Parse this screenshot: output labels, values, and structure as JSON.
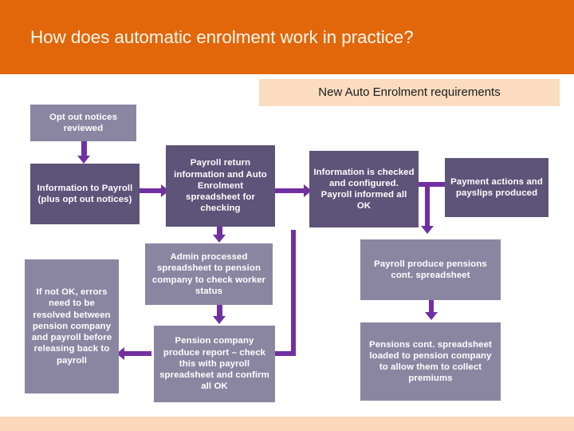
{
  "slide": {
    "title": "How does automatic enrolment work in practice?",
    "subtitle": "New Auto Enrolment requirements",
    "colors": {
      "header_orange": "#e2670a",
      "banner_peach": "#fbdcc1",
      "footer_peach": "#fbd8ba",
      "box_light": "#8a86a2",
      "box_dark": "#5e5379",
      "arrow_purple": "#7130a1",
      "text_on_box": "#ffffff",
      "title_text": "#fdf7ef"
    }
  },
  "flowchart": {
    "type": "process-flow",
    "nodes": [
      {
        "id": "opt-out-notices-reviewed",
        "label": "Opt out notices reviewed",
        "shade": "light",
        "column": 1,
        "row": 1
      },
      {
        "id": "information-to-payroll",
        "label": "Information to Payroll (plus opt out notices)",
        "shade": "dark",
        "column": 1,
        "row": 2
      },
      {
        "id": "if-not-ok-errors",
        "label": "If not OK, errors need to be resolved between pension company and payroll before releasing back to payroll",
        "shade": "light",
        "column": 1,
        "row": 3
      },
      {
        "id": "payroll-return-information",
        "label": "Payroll return information and Auto Enrolment spreadsheet for checking",
        "shade": "dark",
        "column": 2,
        "row": 2
      },
      {
        "id": "admin-processed-spreadsheet",
        "label": "Admin processed spreadsheet to pension company to check worker status",
        "shade": "light",
        "column": 2,
        "row": 3
      },
      {
        "id": "pension-company-produce-report",
        "label": "Pension company produce report – check this with payroll spreadsheet and confirm all OK",
        "shade": "light",
        "column": 2,
        "row": 4
      },
      {
        "id": "information-is-checked",
        "label": "Information is checked and configured. Payroll informed all OK",
        "shade": "dark",
        "column": 3,
        "row": 2
      },
      {
        "id": "payroll-produce-pensions-cont",
        "label": "Payroll produce pensions cont. spreadsheet",
        "shade": "light",
        "column": 3,
        "row": 3
      },
      {
        "id": "pensions-cont-loaded",
        "label": "Pensions cont. spreadsheet loaded to pension company to allow them to collect premiums",
        "shade": "light",
        "column": 3,
        "row": 4
      },
      {
        "id": "payment-actions-payslips",
        "label": "Payment actions and payslips produced",
        "shade": "dark",
        "column": 4,
        "row": 2
      }
    ],
    "edges": [
      {
        "from": "opt-out-notices-reviewed",
        "to": "information-to-payroll",
        "direction": "down"
      },
      {
        "from": "information-to-payroll",
        "to": "payroll-return-information",
        "direction": "right"
      },
      {
        "from": "payroll-return-information",
        "to": "information-is-checked",
        "direction": "right"
      },
      {
        "from": "payroll-return-information",
        "to": "admin-processed-spreadsheet",
        "direction": "down"
      },
      {
        "from": "admin-processed-spreadsheet",
        "to": "pension-company-produce-report",
        "direction": "down"
      },
      {
        "from": "pension-company-produce-report",
        "to": "if-not-ok-errors",
        "direction": "left"
      },
      {
        "from": "information-is-checked",
        "to": "payment-actions-payslips",
        "direction": "right"
      },
      {
        "from": "information-is-checked",
        "to": "payroll-produce-pensions-cont",
        "direction": "down"
      },
      {
        "from": "payroll-produce-pensions-cont",
        "to": "pensions-cont-loaded",
        "direction": "down"
      },
      {
        "from": "pension-company-produce-report",
        "to": "information-is-checked",
        "direction": "up"
      }
    ]
  }
}
